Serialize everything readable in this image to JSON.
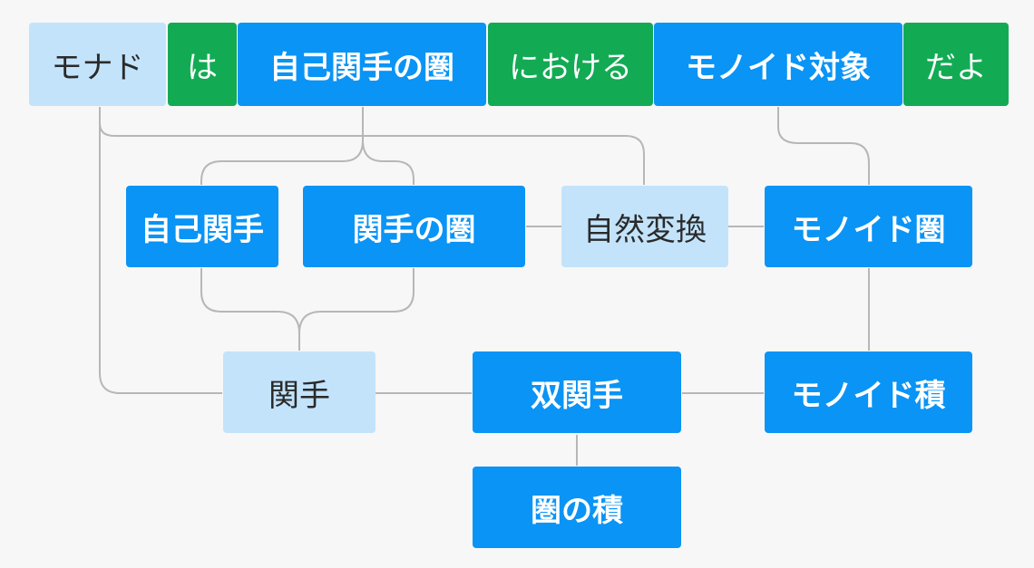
{
  "colors": {
    "light_box": "#c3e3fb",
    "particle_box": "#12ab54",
    "concept_box": "#0a94f5",
    "connector": "#b7b7b7",
    "background": "#f7f7f7"
  },
  "sentence": {
    "monad": "モナド",
    "wa": "は",
    "endofunctor_category": "自己関手の圏",
    "niokeru": "における",
    "monoid_object": "モノイド対象",
    "dayo": "だよ"
  },
  "concepts": {
    "endofunctor": "自己関手",
    "functor_category": "関手の圏",
    "natural_transformation": "自然変換",
    "monoidal_category": "モノイド圏",
    "functor": "関手",
    "bifunctor": "双関手",
    "monoidal_product": "モノイド積",
    "product_category": "圏の積"
  }
}
